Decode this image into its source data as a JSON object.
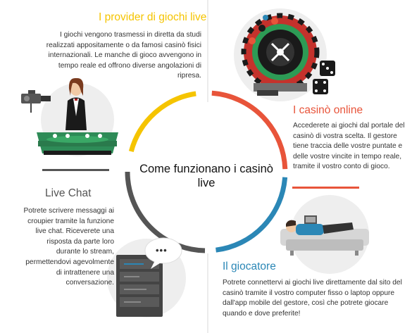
{
  "title": "Come funzionano i casinò live",
  "sections": {
    "provider": {
      "heading": "I provider di giochi live",
      "text": "I giochi vengono trasmessi in diretta da studi realizzati appositamente o da famosi casinò fisici internazionali. Le manche di gioco avvengono in tempo reale ed offrono diverse angolazioni di ripresa.",
      "color": "#f5c400"
    },
    "online": {
      "heading": "I casinò online",
      "text": "Accederete ai giochi dal portale del casinò di vostra scelta. Il gestore tiene traccia delle vostre puntate e delle vostre vincite in tempo reale, tramite il vostro conto di gioco.",
      "color": "#e8543a"
    },
    "player": {
      "heading": "Il giocatore",
      "text": "Potrete connettervi ai giochi live direttamente dal sito del casinò tramite il vostro computer fisso o laptop oppure dall'app mobile del gestore, così che potrete giocare quando e dove preferite!",
      "color": "#2b87b6"
    },
    "chat": {
      "heading": "Live Chat",
      "text": "Potrete scrivere messaggi ai croupier tramite la funzione live chat. Riceverete una risposta da parte loro durante lo stream, permettendovi agevolmente di intrattenere una conversazione.",
      "color": "#555555"
    }
  },
  "chat_bubble": "•••",
  "icons": [
    "dealer-camera-illustration",
    "roulette-dice-illustration",
    "person-on-sofa-laptop-illustration",
    "chat-server-illustration"
  ]
}
